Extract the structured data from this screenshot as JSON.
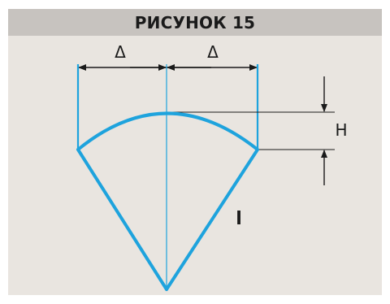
{
  "title": "РИСУНОК 15",
  "labels": {
    "delta_left": "Δ",
    "delta_right": "Δ",
    "height": "H",
    "length": "l"
  },
  "colors": {
    "background": "#e9e5e0",
    "header": "#c7c3bf",
    "shape_stroke": "#1ea3dd",
    "dimension_lines": "#1a1a1a"
  }
}
